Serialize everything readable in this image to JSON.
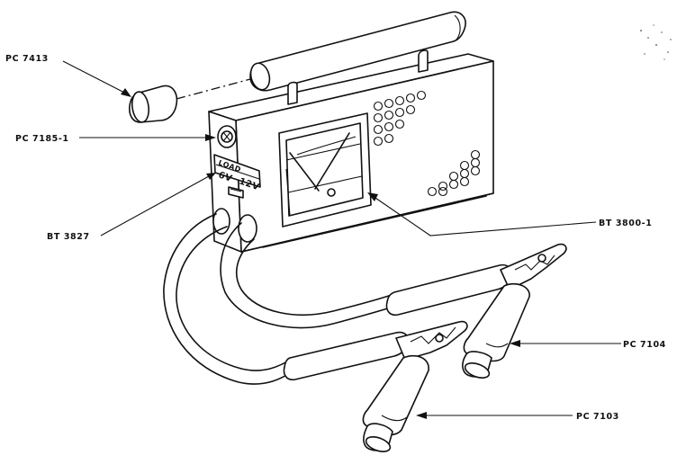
{
  "callouts": [
    {
      "id": "pc7413",
      "label": "PC 7413",
      "part": "fuse-cap"
    },
    {
      "id": "pc7185",
      "label": "PC 7185-1",
      "part": "load-toggle-switch"
    },
    {
      "id": "bt3827",
      "label": "BT 3827",
      "part": "voltage-selector-panel"
    },
    {
      "id": "bt3800",
      "label": "BT 3800-1",
      "part": "meter-window"
    },
    {
      "id": "pc7104",
      "label": "PC 7104",
      "part": "upper-battery-clamp"
    },
    {
      "id": "pc7103",
      "label": "PC 7103",
      "part": "lower-battery-clamp"
    }
  ],
  "panel": {
    "load_label": "LOAD",
    "volt_6": "6V",
    "volt_12": "12V"
  },
  "colors": {
    "line": "#111111",
    "background": "#ffffff"
  }
}
